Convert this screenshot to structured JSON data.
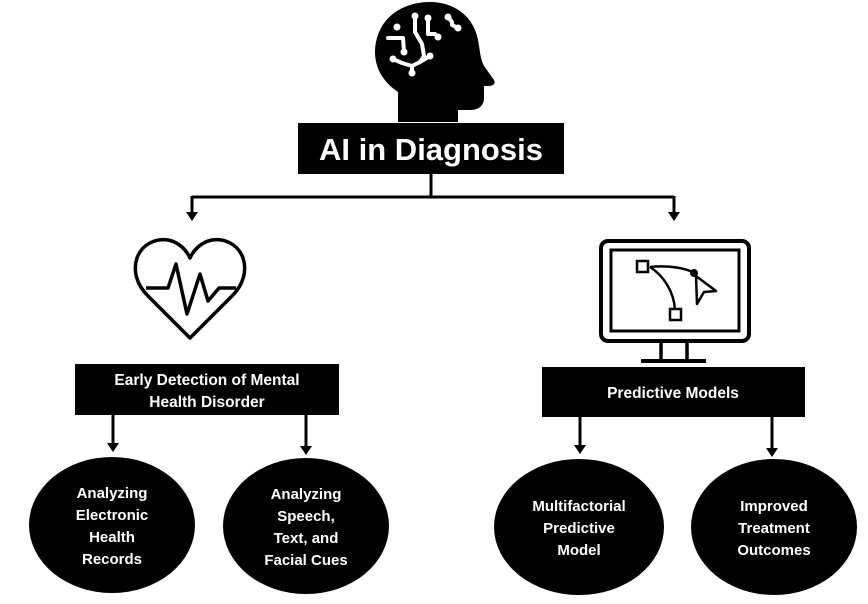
{
  "diagram": {
    "root": {
      "label": "AI in Diagnosis",
      "icon": "head-circuit-icon"
    },
    "branches": [
      {
        "label_lines": [
          "Early Detection of Mental",
          "Health Disorder"
        ],
        "icon": "heart-pulse-icon",
        "children": [
          {
            "label_lines": [
              "Analyzing",
              "Electronic",
              "Health",
              "Records"
            ]
          },
          {
            "label_lines": [
              "Analyzing",
              "Speech,",
              "Text, and",
              "Facial Cues"
            ]
          }
        ]
      },
      {
        "label_lines": [
          "Predictive Models"
        ],
        "icon": "monitor-vector-icon",
        "children": [
          {
            "label_lines": [
              "Multifactorial",
              "Predictive",
              "Model"
            ]
          },
          {
            "label_lines": [
              "Improved",
              "Treatment",
              "Outcomes"
            ]
          }
        ]
      }
    ],
    "colors": {
      "background": "#ffffff",
      "node_fill": "#000000",
      "node_text": "#ffffff",
      "connector": "#000000"
    }
  }
}
